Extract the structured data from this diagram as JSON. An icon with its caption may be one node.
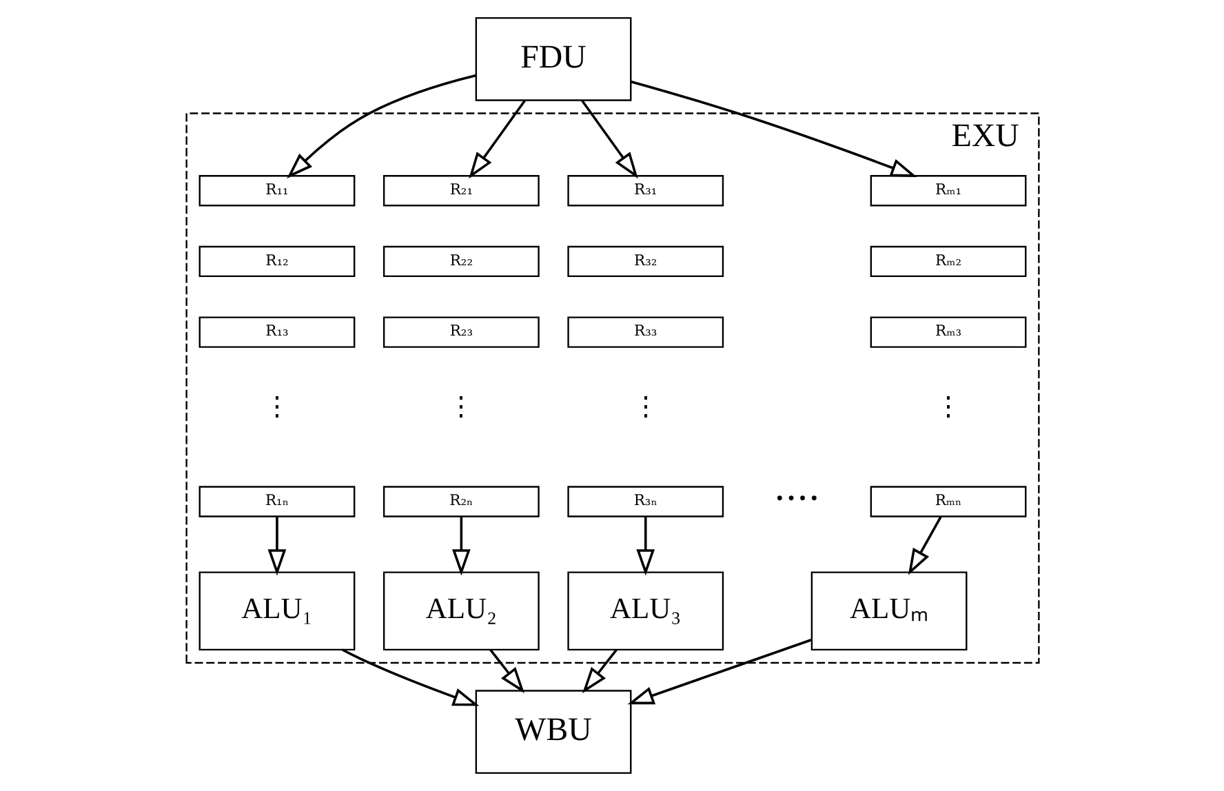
{
  "diagram": {
    "nodes": [
      {
        "text": [
          "FDU"
        ]
      },
      {
        "text": [
          "EXU"
        ]
      },
      {
        "text": [
          "R₁₁"
        ],
        "in": 1
      },
      {
        "text": [
          "R₁₂"
        ],
        "in": 1
      },
      {
        "text": [
          "R₁₃"
        ],
        "in": 1
      },
      {
        "text": [
          "R₁ₙ"
        ],
        "in": 1
      },
      {
        "text": [
          "R₂₁"
        ],
        "in": 1
      },
      {
        "text": [
          "R₂₂"
        ],
        "in": 1
      },
      {
        "text": [
          "R₂₃"
        ],
        "in": 1
      },
      {
        "text": [
          "R₂ₙ"
        ],
        "in": 1
      },
      {
        "text": [
          "R₃₁"
        ],
        "in": 1
      },
      {
        "text": [
          "R₃₂"
        ],
        "in": 1
      },
      {
        "text": [
          "R₃₃"
        ],
        "in": 1
      },
      {
        "text": [
          "R₃ₙ"
        ],
        "in": 1
      },
      {
        "text": [
          "Rₘ₁"
        ],
        "in": 1
      },
      {
        "text": [
          "Rₘ₂"
        ],
        "in": 1
      },
      {
        "text": [
          "Rₘ₃"
        ],
        "in": 1
      },
      {
        "text": [
          "Rₘₙ"
        ],
        "in": 1
      },
      {
        "text": [
          "ALU₁"
        ],
        "in": 1
      },
      {
        "text": [
          "ALU₂"
        ],
        "in": 1
      },
      {
        "text": [
          "ALU₃"
        ],
        "in": 1
      },
      {
        "text": [
          "ALUₘ"
        ],
        "in": 1
      },
      {
        "text": [
          "WBU"
        ]
      }
    ],
    "edges": [
      {
        "from": 0,
        "to": 2,
        "arrow": "to"
      },
      {
        "from": 0,
        "to": 6,
        "arrow": "to"
      },
      {
        "from": 0,
        "to": 10,
        "arrow": "to"
      },
      {
        "from": 0,
        "to": 14,
        "arrow": "to"
      },
      {
        "from": 5,
        "to": 18,
        "arrow": "to"
      },
      {
        "from": 9,
        "to": 19,
        "arrow": "to"
      },
      {
        "from": 13,
        "to": 20,
        "arrow": "to"
      },
      {
        "from": 17,
        "to": 21,
        "arrow": "to"
      },
      {
        "from": 18,
        "to": 22,
        "arrow": "to"
      },
      {
        "from": 19,
        "to": 22,
        "arrow": "to"
      },
      {
        "from": 20,
        "to": 22,
        "arrow": "to"
      },
      {
        "from": 21,
        "to": 22,
        "arrow": "to"
      }
    ],
    "labels": [
      "⋮",
      "⋮",
      "⋮",
      "⋮",
      "····"
    ]
  }
}
